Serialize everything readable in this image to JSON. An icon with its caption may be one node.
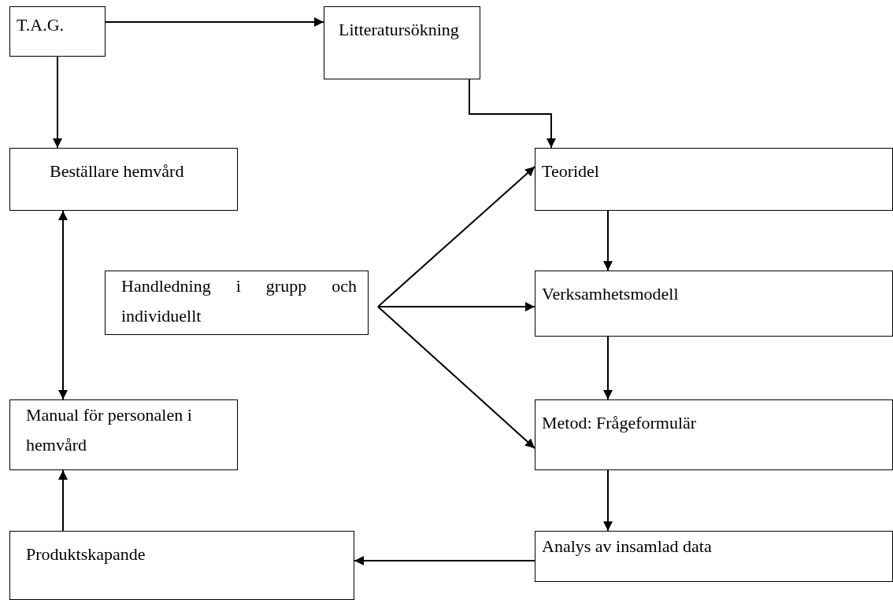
{
  "diagram": {
    "nodes": [
      {
        "text": [
          "T.A.G."
        ]
      },
      {
        "text": [
          "Litteratursökning"
        ]
      },
      {
        "text": [
          "Beställare hemvård"
        ]
      },
      {
        "text": [
          "Teoridel"
        ]
      },
      {
        "text": [
          "Handledning i grupp och individuellt"
        ]
      },
      {
        "text": [
          "Verksamhetsmodell"
        ]
      },
      {
        "text": [
          "Manual för personalen i hemvård"
        ]
      },
      {
        "text": [
          "Metod: Frågeformulär"
        ]
      },
      {
        "text": [
          "Produktskapande"
        ]
      },
      {
        "text": [
          "Analys av insamlad data"
        ]
      }
    ],
    "edges": [
      {
        "from": 0,
        "to": 1,
        "arrow": "to"
      },
      {
        "from": 0,
        "to": 2,
        "arrow": "to"
      },
      {
        "from": 1,
        "to": 3,
        "arrow": "to"
      },
      {
        "from": 2,
        "to": 6,
        "arrow": "both"
      },
      {
        "from": 4,
        "to": 3,
        "arrow": "to"
      },
      {
        "from": 4,
        "to": 5,
        "arrow": "to"
      },
      {
        "from": 4,
        "to": 7,
        "arrow": "to"
      },
      {
        "from": 3,
        "to": 5,
        "arrow": "to"
      },
      {
        "from": 5,
        "to": 7,
        "arrow": "to"
      },
      {
        "from": 7,
        "to": 9,
        "arrow": "to"
      },
      {
        "from": 9,
        "to": 8,
        "arrow": "to"
      },
      {
        "from": 8,
        "to": 6,
        "arrow": "to"
      }
    ]
  }
}
